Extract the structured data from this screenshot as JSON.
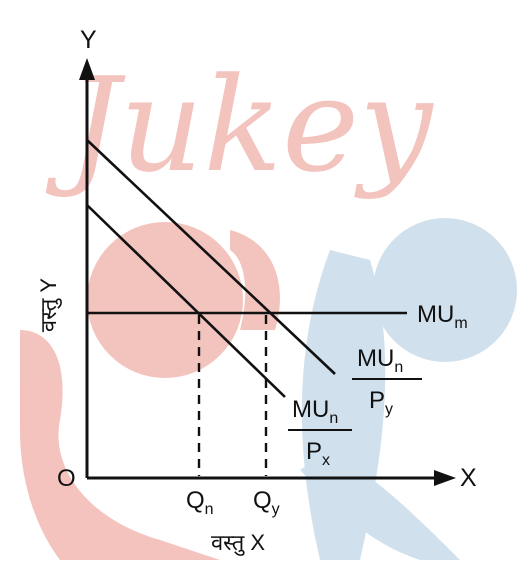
{
  "watermark": {
    "text": "Jukey",
    "colors": {
      "pink": "#f2b9b3",
      "blue": "#c8dcea"
    }
  },
  "axes": {
    "y_label": "Y",
    "x_label": "X",
    "origin": "O"
  },
  "y_axis_title": "वस्तु Y",
  "x_axis_title": "वस्तु X",
  "ticks": {
    "qn": {
      "base": "Q",
      "sub": "n"
    },
    "qy": {
      "base": "Q",
      "sub": "y"
    }
  },
  "lines": {
    "mum": {
      "base": "MU",
      "sub": "m"
    },
    "outer": {
      "num_base": "MU",
      "num_sub": "n",
      "den_base": "P",
      "den_sub": "y"
    },
    "inner": {
      "num_base": "MU",
      "num_sub": "n",
      "den_base": "P",
      "den_sub": "x"
    }
  }
}
